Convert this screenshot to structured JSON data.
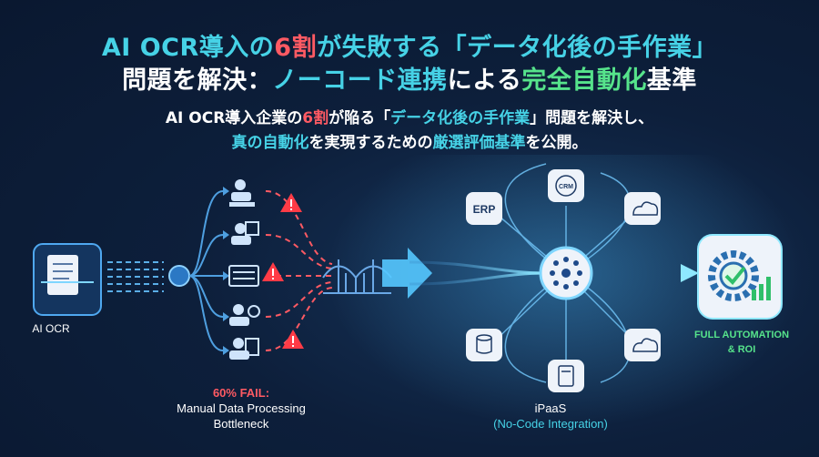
{
  "header": {
    "title_line1": [
      {
        "text": "AI OCR導入の",
        "color": "cyan"
      },
      {
        "text": "6割",
        "color": "red"
      },
      {
        "text": "が失敗する「データ化後の手作業」",
        "color": "cyan"
      }
    ],
    "title_line2": [
      {
        "text": "問題を解決：",
        "color": "white"
      },
      {
        "text": "ノーコード連携",
        "color": "cyan"
      },
      {
        "text": "による",
        "color": "white"
      },
      {
        "text": "完全自動化",
        "color": "green"
      },
      {
        "text": "基準",
        "color": "white"
      }
    ],
    "subtitle_line1": [
      {
        "text": "AI OCR導入企業の",
        "color": "white"
      },
      {
        "text": "6割",
        "color": "red"
      },
      {
        "text": "が陥る「",
        "color": "white"
      },
      {
        "text": "データ化後の手作業",
        "color": "cyan"
      },
      {
        "text": "」問題を解決し、",
        "color": "white"
      }
    ],
    "subtitle_line2": [
      {
        "text": "真の自動化",
        "color": "cyan"
      },
      {
        "text": "を実現するための",
        "color": "white"
      },
      {
        "text": "厳選評価基準",
        "color": "cyan"
      },
      {
        "text": "を公開。",
        "color": "white"
      }
    ]
  },
  "left": {
    "ocr_label": "AI OCR",
    "fail_title": "60% FAIL:",
    "fail_desc1": "Manual Data Processing",
    "fail_desc2": "Bottleneck"
  },
  "right": {
    "hub_title": "iPaaS",
    "hub_subtitle": "(No-Code Integration)",
    "erp_label": "ERP",
    "crm_label": "CRM",
    "result_line1": "FULL AUTOMATION",
    "result_line2": "& ROI"
  },
  "colors": {
    "cyan": "#46d2e6",
    "red": "#ff5a63",
    "green": "#56e38b",
    "white": "#ffffff",
    "node_bg": "#eef3fa"
  },
  "icons": [
    "document-scan-icon",
    "worker-icon",
    "warning-icon",
    "bridge-icon",
    "erp-icon",
    "crm-icon",
    "cloud-icon",
    "database-icon",
    "calculator-icon",
    "hub-network-icon",
    "gear-chart-icon"
  ]
}
